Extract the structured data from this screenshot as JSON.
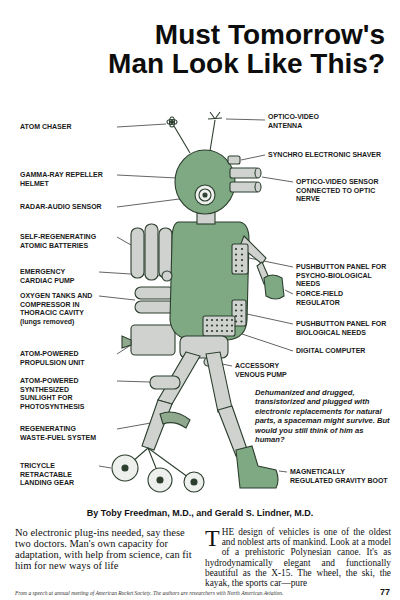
{
  "diagram": {
    "title": "Must Tomorrow's Man Look Like This?",
    "caption": "Dehumanized and drugged, transistorized and plugged with electronic replacements for natural parts, a spaceman might survive. But would you still think of him as human?",
    "labels": [
      "ATOM CHASER",
      "OPTICO-VIDEO ANTENNA",
      "SYNCHRO ELECTRONIC SHAVER",
      "GAMMA-RAY REPELLER HELMET",
      "OPTICO-VIDEO SENSOR CONNECTED TO OPTIC NERVE",
      "RADAR-AUDIO SENSOR",
      "SELF-REGENERATING ATOMIC BATTERIES",
      "EMERGENCY CARDIAC PUMP",
      "PUSHBUTTON PANEL FOR PSYCHO-BIOLOGICAL NEEDS",
      "OXYGEN TANKS AND COMPRESSOR IN THORACIC CAVITY (lungs removed)",
      "FORCE-FIELD REGULATOR",
      "PUSHBUTTON PANEL FOR BIOLOGICAL NEEDS",
      "DIGITAL COMPUTER",
      "ATOM-POWERED PROPULSION UNIT",
      "ACCESSORY VENOUS PUMP",
      "ATOM-POWERED SYNTHESIZED SUNLIGHT FOR PHOTOSYNTHESIS",
      "REGENERATING WASTE-FUEL SYSTEM",
      "TRICYCLE RETRACTABLE LANDING GEAR",
      "MAGNETICALLY REGULATED GRAVITY BOOT",
      "By Toby Freedman, M.D., and Gerald S. Lindner, M.D.",
      "No electronic plug-ins needed, say these two doctors. Man's own capacity for adaptation, with help from science, can fit him for new ways of life",
      "THE design of vehicles is one of the oldest and noblest arts of mankind. Look at a model of a prehistoric Polynesian canoe. It's as hydrodynamically elegant and functionally beautiful as the X-15. The wheel, the ski, the kayak, the sports car—pure",
      "From a speech at annual meeting of American Rocket Society. The authors are researchers with North American Aviation.",
      "77"
    ]
  }
}
